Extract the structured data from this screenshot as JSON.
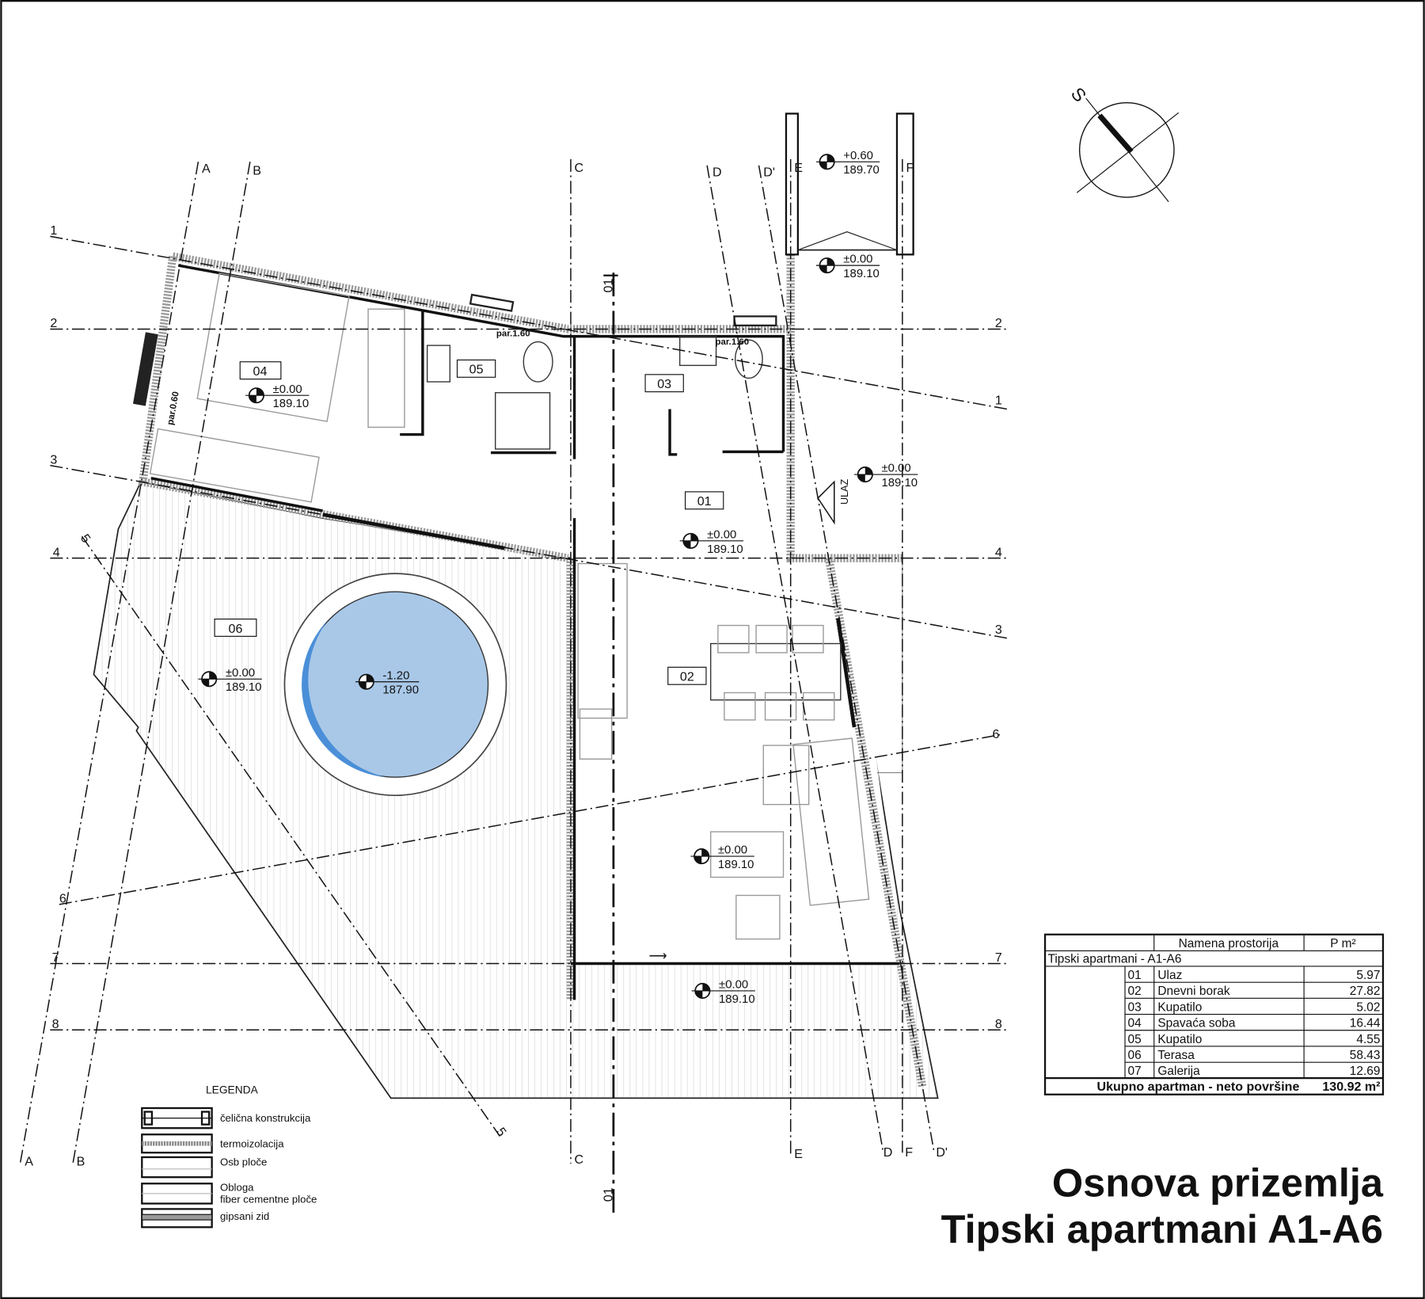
{
  "axes": {
    "A": "A",
    "B": "B",
    "C": "C",
    "D": "D",
    "D_prime": "D'",
    "E": "E",
    "F": "F",
    "n1": "1",
    "n2": "2",
    "n3": "3",
    "n4": "4",
    "n5": "5",
    "n6": "6",
    "n7": "7",
    "n8": "8",
    "section": "01"
  },
  "compass": {
    "north_label": "S"
  },
  "rooms": [
    "01",
    "02",
    "03",
    "04",
    "05",
    "06"
  ],
  "levels": [
    {
      "value": "+0.60",
      "abs": "189.70"
    },
    {
      "value": "±0.00",
      "abs": "189.10"
    },
    {
      "value": "±0.00",
      "abs": "189.10"
    },
    {
      "value": "±0.00",
      "abs": "189.10"
    },
    {
      "value": "±0.00",
      "abs": "189.10"
    },
    {
      "value": "±0.00",
      "abs": "189.10"
    },
    {
      "value": "-1.20",
      "abs": "187.90"
    },
    {
      "value": "±0.00",
      "abs": "189.10"
    },
    {
      "value": "±0.00",
      "abs": "189.10"
    }
  ],
  "notes": {
    "par_060": "par.0.60",
    "par_160a": "par.1.60",
    "par_160b": "par.1.60",
    "entrance": "ULAZ"
  },
  "colors": {
    "pool": "#a9c8e8",
    "pool_shade": "#4a8fd8"
  },
  "table": {
    "header_name": "Namena prostorija",
    "header_area": "P m²",
    "group": "Tipski apartmani - A1-A6",
    "rows": [
      {
        "no": "01",
        "name": "Ulaz",
        "area": "5.97"
      },
      {
        "no": "02",
        "name": "Dnevni borak",
        "area": "27.82"
      },
      {
        "no": "03",
        "name": "Kupatilo",
        "area": "5.02"
      },
      {
        "no": "04",
        "name": "Spavaća soba",
        "area": "16.44"
      },
      {
        "no": "05",
        "name": "Kupatilo",
        "area": "4.55"
      },
      {
        "no": "06",
        "name": "Terasa",
        "area": "58.43"
      },
      {
        "no": "07",
        "name": "Galerija",
        "area": "12.69"
      }
    ],
    "total_label": "Ukupno  apartman - neto površine",
    "total_value": "130.92 m²"
  },
  "legend": {
    "title": "LEGENDA",
    "items": [
      "čelična konstrukcija",
      "termoizolacija",
      "Osb ploče",
      "Obloga",
      "fiber cementne ploče",
      "gipsani zid"
    ]
  },
  "title": {
    "line1": "Osnova prizemlja",
    "line2": "Tipski apartmani A1-A6"
  }
}
